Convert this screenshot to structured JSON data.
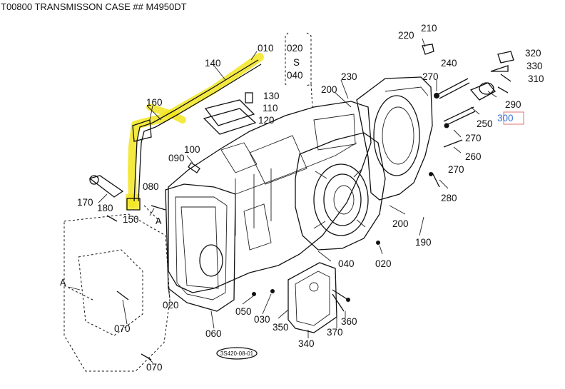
{
  "title": "T00800 TRANSMISSON CASE ## M4950DT",
  "parts": [
    {
      "id": "p010",
      "text": "010"
    },
    {
      "id": "p020a",
      "text": "020"
    },
    {
      "id": "pS",
      "text": "S"
    },
    {
      "id": "p040a",
      "text": "040"
    },
    {
      "id": "p140",
      "text": "140"
    },
    {
      "id": "p160",
      "text": "160"
    },
    {
      "id": "p130",
      "text": "130"
    },
    {
      "id": "p110",
      "text": "110"
    },
    {
      "id": "p120",
      "text": "120"
    },
    {
      "id": "p100",
      "text": "100"
    },
    {
      "id": "p090",
      "text": "090"
    },
    {
      "id": "p080",
      "text": "080"
    },
    {
      "id": "p170",
      "text": "170"
    },
    {
      "id": "p180",
      "text": "180"
    },
    {
      "id": "p150",
      "text": "150"
    },
    {
      "id": "pA1",
      "text": "A"
    },
    {
      "id": "p200a",
      "text": "200"
    },
    {
      "id": "p230",
      "text": "230"
    },
    {
      "id": "p220",
      "text": "220"
    },
    {
      "id": "p210",
      "text": "210"
    },
    {
      "id": "p240",
      "text": "240"
    },
    {
      "id": "p270a",
      "text": "270"
    },
    {
      "id": "p320",
      "text": "320"
    },
    {
      "id": "p330",
      "text": "330"
    },
    {
      "id": "p310",
      "text": "310"
    },
    {
      "id": "p290",
      "text": "290"
    },
    {
      "id": "p300",
      "text": "300"
    },
    {
      "id": "p250",
      "text": "250"
    },
    {
      "id": "p270b",
      "text": "270"
    },
    {
      "id": "p260",
      "text": "260"
    },
    {
      "id": "p270c",
      "text": "270"
    },
    {
      "id": "p280",
      "text": "280"
    },
    {
      "id": "p200b",
      "text": "200"
    },
    {
      "id": "p190",
      "text": "190"
    },
    {
      "id": "p040b",
      "text": "040"
    },
    {
      "id": "p020b",
      "text": "020"
    },
    {
      "id": "p360",
      "text": "360"
    },
    {
      "id": "p370",
      "text": "370"
    },
    {
      "id": "p350",
      "text": "350"
    },
    {
      "id": "p340",
      "text": "340"
    },
    {
      "id": "p050",
      "text": "050"
    },
    {
      "id": "p030",
      "text": "030"
    },
    {
      "id": "p060",
      "text": "060"
    },
    {
      "id": "p020c",
      "text": "020"
    },
    {
      "id": "p070a",
      "text": "070"
    },
    {
      "id": "p070b",
      "text": "070"
    },
    {
      "id": "pA2",
      "text": "A"
    }
  ],
  "stamp": "3S420-08-01",
  "colors": {
    "highlight": "#f1e51f",
    "box": "#e07070",
    "boxText": "#3a6fd0"
  }
}
